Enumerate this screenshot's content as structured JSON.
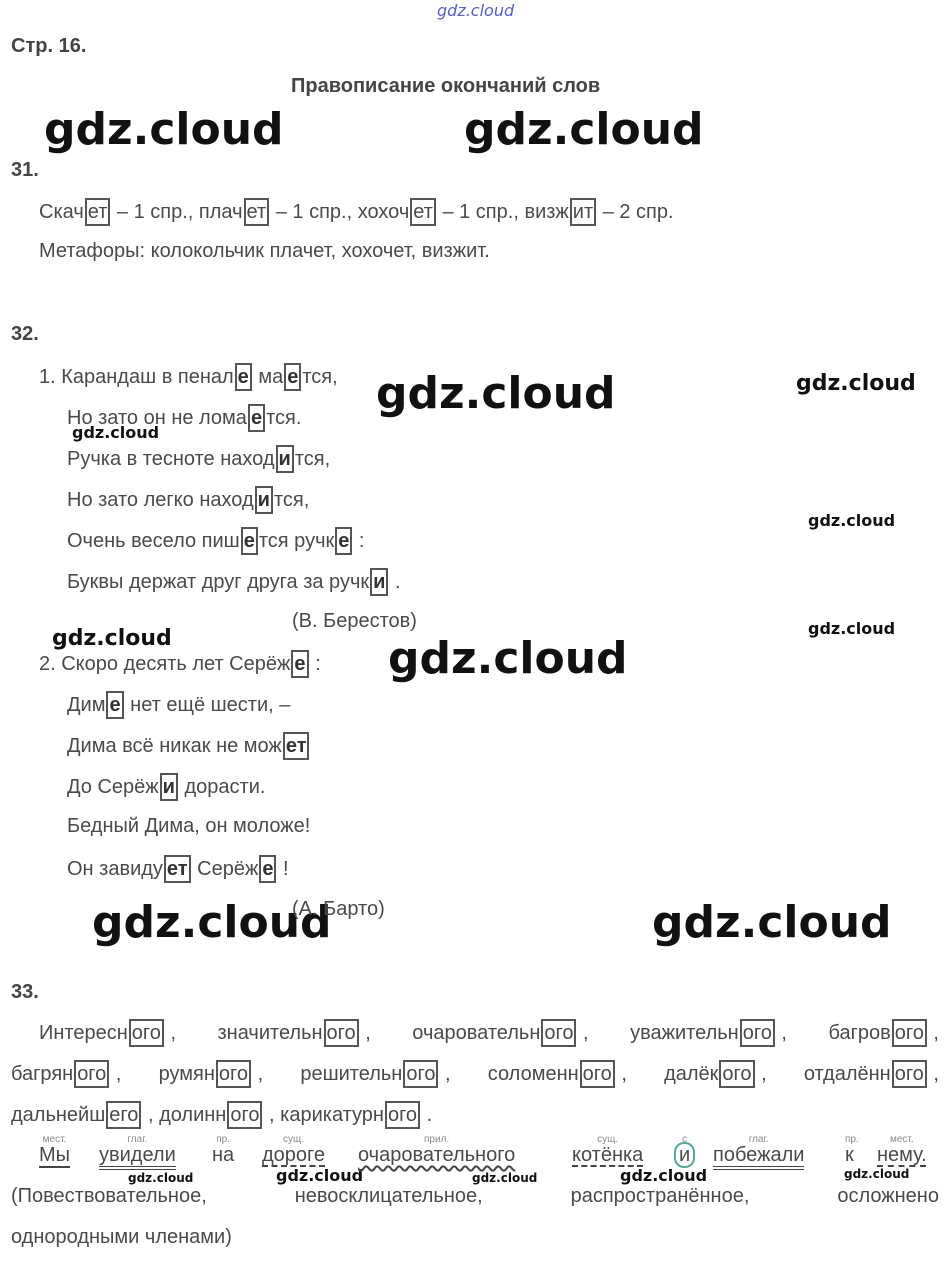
{
  "watermarks": {
    "top": "gdz.cloud",
    "text": "gdz.cloud"
  },
  "page_label": "Стр. 16.",
  "title": "Правописание окончаний слов",
  "ex31": {
    "num": "31.",
    "line1": [
      {
        "pre": "Скач",
        "box": "ет",
        "post": " – 1 спр., "
      },
      {
        "pre": "плач",
        "box": "ет",
        "post": " – 1 спр., "
      },
      {
        "pre": "хохоч",
        "box": "ет",
        "post": " – 1 спр., "
      },
      {
        "pre": "визж",
        "box": "ит",
        "post": " – 2 спр."
      }
    ],
    "line2": "Метафоры: колокольчик плачет, хохочет, визжит."
  },
  "ex32": {
    "num": "32.",
    "poem1": [
      [
        {
          "t": "1. Карандаш в пенал"
        },
        {
          "b": "е"
        },
        {
          "t": " ма"
        },
        {
          "b": "е"
        },
        {
          "t": "тся,"
        }
      ],
      [
        {
          "t": "Но зато он не лома"
        },
        {
          "b": "е"
        },
        {
          "t": "тся."
        }
      ],
      [
        {
          "t": "Ручка в тесноте наход"
        },
        {
          "b": "и"
        },
        {
          "t": "тся,"
        }
      ],
      [
        {
          "t": "Но зато легко наход"
        },
        {
          "b": "и"
        },
        {
          "t": "тся,"
        }
      ],
      [
        {
          "t": "Очень весело пиш"
        },
        {
          "b": "е"
        },
        {
          "t": "тся ручк"
        },
        {
          "b": "е"
        },
        {
          "t": " :"
        }
      ],
      [
        {
          "t": "Буквы держат друг друга за ручк"
        },
        {
          "b": "и"
        },
        {
          "t": " ."
        }
      ]
    ],
    "author1": "(В. Берестов)",
    "poem2": [
      [
        {
          "t": "2. Скоро десять лет Серёж"
        },
        {
          "b": "е"
        },
        {
          "t": " :"
        }
      ],
      [
        {
          "t": "Дим"
        },
        {
          "b": "е"
        },
        {
          "t": " нет ещё шести, –"
        }
      ],
      [
        {
          "t": "Дима всё никак не мож"
        },
        {
          "b": "ет"
        }
      ],
      [
        {
          "t": "До Серёж"
        },
        {
          "b": "и"
        },
        {
          "t": " дорасти."
        }
      ],
      [
        {
          "t": "Бедный Дима, он моложе!"
        }
      ],
      [
        {
          "t": "Он завиду"
        },
        {
          "b": "ет"
        },
        {
          "t": " Серёж"
        },
        {
          "b": "е"
        },
        {
          "t": " !"
        }
      ]
    ],
    "author2": "(А. Барто)"
  },
  "ex33": {
    "num": "33.",
    "row1": [
      {
        "pre": "Интересн",
        "box": "ого",
        "post": " , "
      },
      {
        "pre": "значительн",
        "box": "ого",
        "post": " , "
      },
      {
        "pre": "очаровательн",
        "box": "ого",
        "post": " , "
      },
      {
        "pre": "уважительн",
        "box": "ого",
        "post": " , "
      },
      {
        "pre": "багров",
        "box": "ого",
        "post": " ,"
      }
    ],
    "row2": [
      {
        "pre": "багрян",
        "box": "ого",
        "post": " , "
      },
      {
        "pre": "румян",
        "box": "ого",
        "post": " , "
      },
      {
        "pre": "решительн",
        "box": "ого",
        "post": " , "
      },
      {
        "pre": "соломенн",
        "box": "ого",
        "post": " , "
      },
      {
        "pre": "далёк",
        "box": "ого",
        "post": " , "
      },
      {
        "pre": "отдалённ",
        "box": "ого",
        "post": " ,"
      }
    ],
    "row3": [
      {
        "pre": "дальнейш",
        "box": "его",
        "post": " , "
      },
      {
        "pre": "долинн",
        "box": "ого",
        "post": " , "
      },
      {
        "pre": "карикатурн",
        "box": "ого",
        "post": " ."
      }
    ],
    "sentence": [
      {
        "w": "Мы",
        "l": "мест."
      },
      {
        "w": "увидели",
        "l": "глаг."
      },
      {
        "w": "на",
        "l": "пр."
      },
      {
        "w": "дороге",
        "l": "сущ."
      },
      {
        "w": "очаровательного",
        "l": "прил."
      },
      {
        "w": "котёнка",
        "l": "сущ."
      },
      {
        "w": "и",
        "l": "с"
      },
      {
        "w": "побежали",
        "l": "глаг."
      },
      {
        "w": "к",
        "l": "пр."
      },
      {
        "w": "нему.",
        "l": "мест."
      }
    ],
    "desc1": [
      "(Повествовательное,",
      "невосклицательное,",
      "распространённое,",
      "осложнено"
    ],
    "desc2": "однородными членами)"
  }
}
